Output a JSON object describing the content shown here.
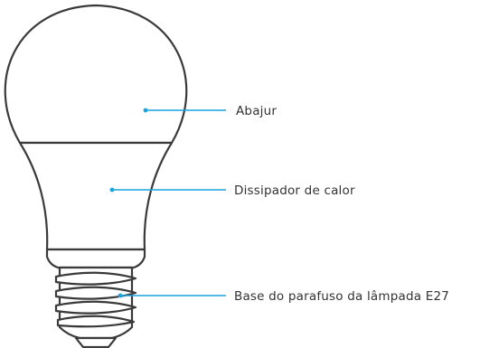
{
  "callout_color": "#1aa3df",
  "labels": {
    "lampshade": "Abajur",
    "heat_sink": "Dissipador de calor",
    "screw_base": "Base do parafuso da lâmpada E27"
  }
}
